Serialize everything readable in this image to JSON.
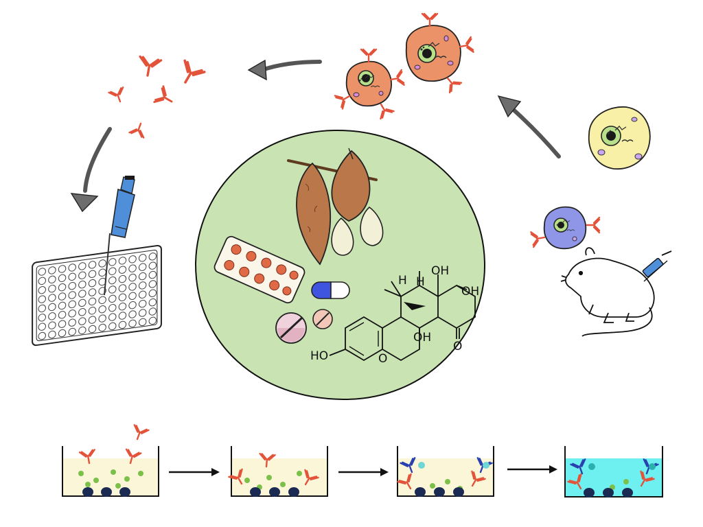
{
  "colors": {
    "background": "#ffffff",
    "center_circle": "#c9e3b3",
    "antibody": "#e2533a",
    "antibody_blue": "#2a3fb0",
    "b_cell": "#8f96e8",
    "hybridoma": "#ec9268",
    "myeloma": "#f7f0a6",
    "pipette": "#4f8ed8",
    "well_liquid": "#fbf6d8",
    "well_liquid_final": "#6ff0f0",
    "antigen": "#7cc04a",
    "arrow_grey": "#6d6d6d"
  },
  "center": {
    "items": [
      "tuber-icon",
      "bulbils-icon",
      "pill-blister-icon",
      "capsule-icon",
      "tablet-icon",
      "chemical-structure"
    ],
    "chemical_labels": {
      "h1": "H",
      "h2": "H",
      "oh_top": "OH",
      "oh_right": "OH",
      "oh_bottom": "OH",
      "ho_left": "HO",
      "ketone_o": "O",
      "ring_o": "O"
    }
  },
  "cycle": [
    "mouse-immunization",
    "b-cell",
    "myeloma-cell",
    "hybridoma-cells",
    "antibodies",
    "pipette-well-plate"
  ],
  "elisa_steps": 4
}
